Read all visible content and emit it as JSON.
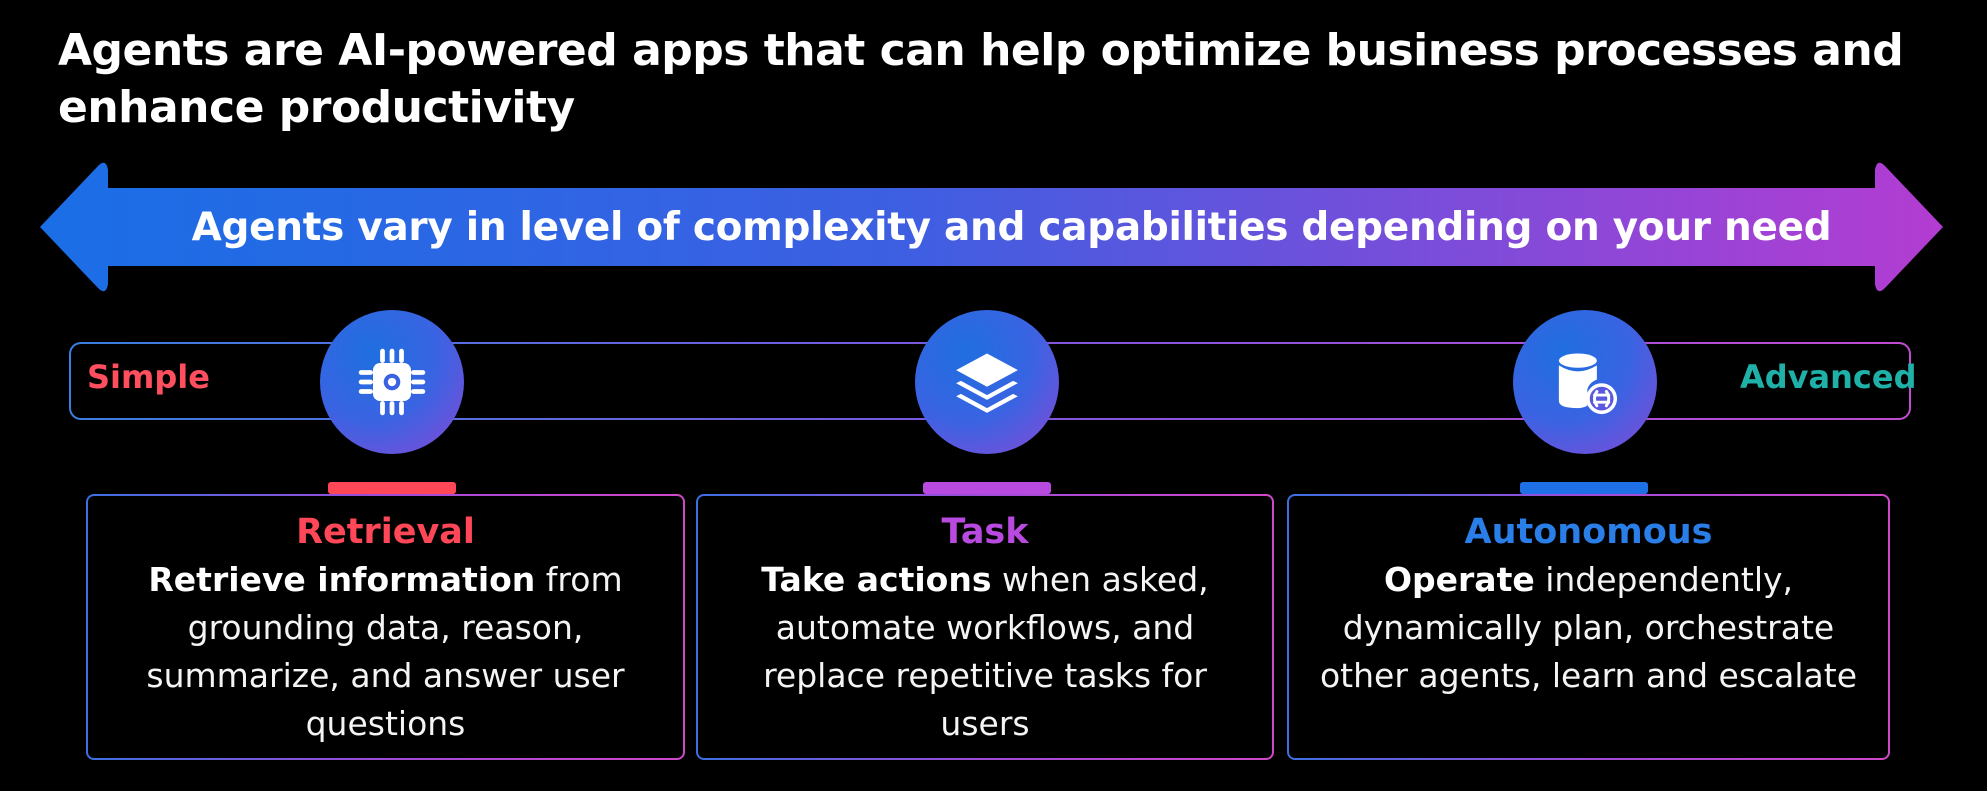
{
  "title": "Agents are AI-powered apps that can help optimize business processes and enhance productivity",
  "banner": {
    "text": "Agents vary in level of complexity and capabilities depending on your need",
    "gradient": [
      "#1a6ee6",
      "#5b55e2",
      "#b43cd2"
    ]
  },
  "scale": {
    "left_label": "Simple",
    "right_label": "Advanced",
    "left_color": "#ff4f5f",
    "right_color": "#1fb0a8"
  },
  "cards": [
    {
      "title": "Retrieval",
      "color": "#ff4757",
      "icon": "chip-icon",
      "bold": "Retrieve information",
      "rest": " from grounding data, reason, summarize, and answer user questions"
    },
    {
      "title": "Task",
      "color": "#b84ae0",
      "icon": "layers-icon",
      "bold": "Take actions",
      "rest": " when asked, automate workflows, and replace repetitive tasks for users"
    },
    {
      "title": "Autonomous",
      "color": "#2a7ee8",
      "icon": "database-link-icon",
      "bold": "Operate",
      "rest": " independently, dynamically plan, orchestrate other agents, learn and escalate"
    }
  ]
}
